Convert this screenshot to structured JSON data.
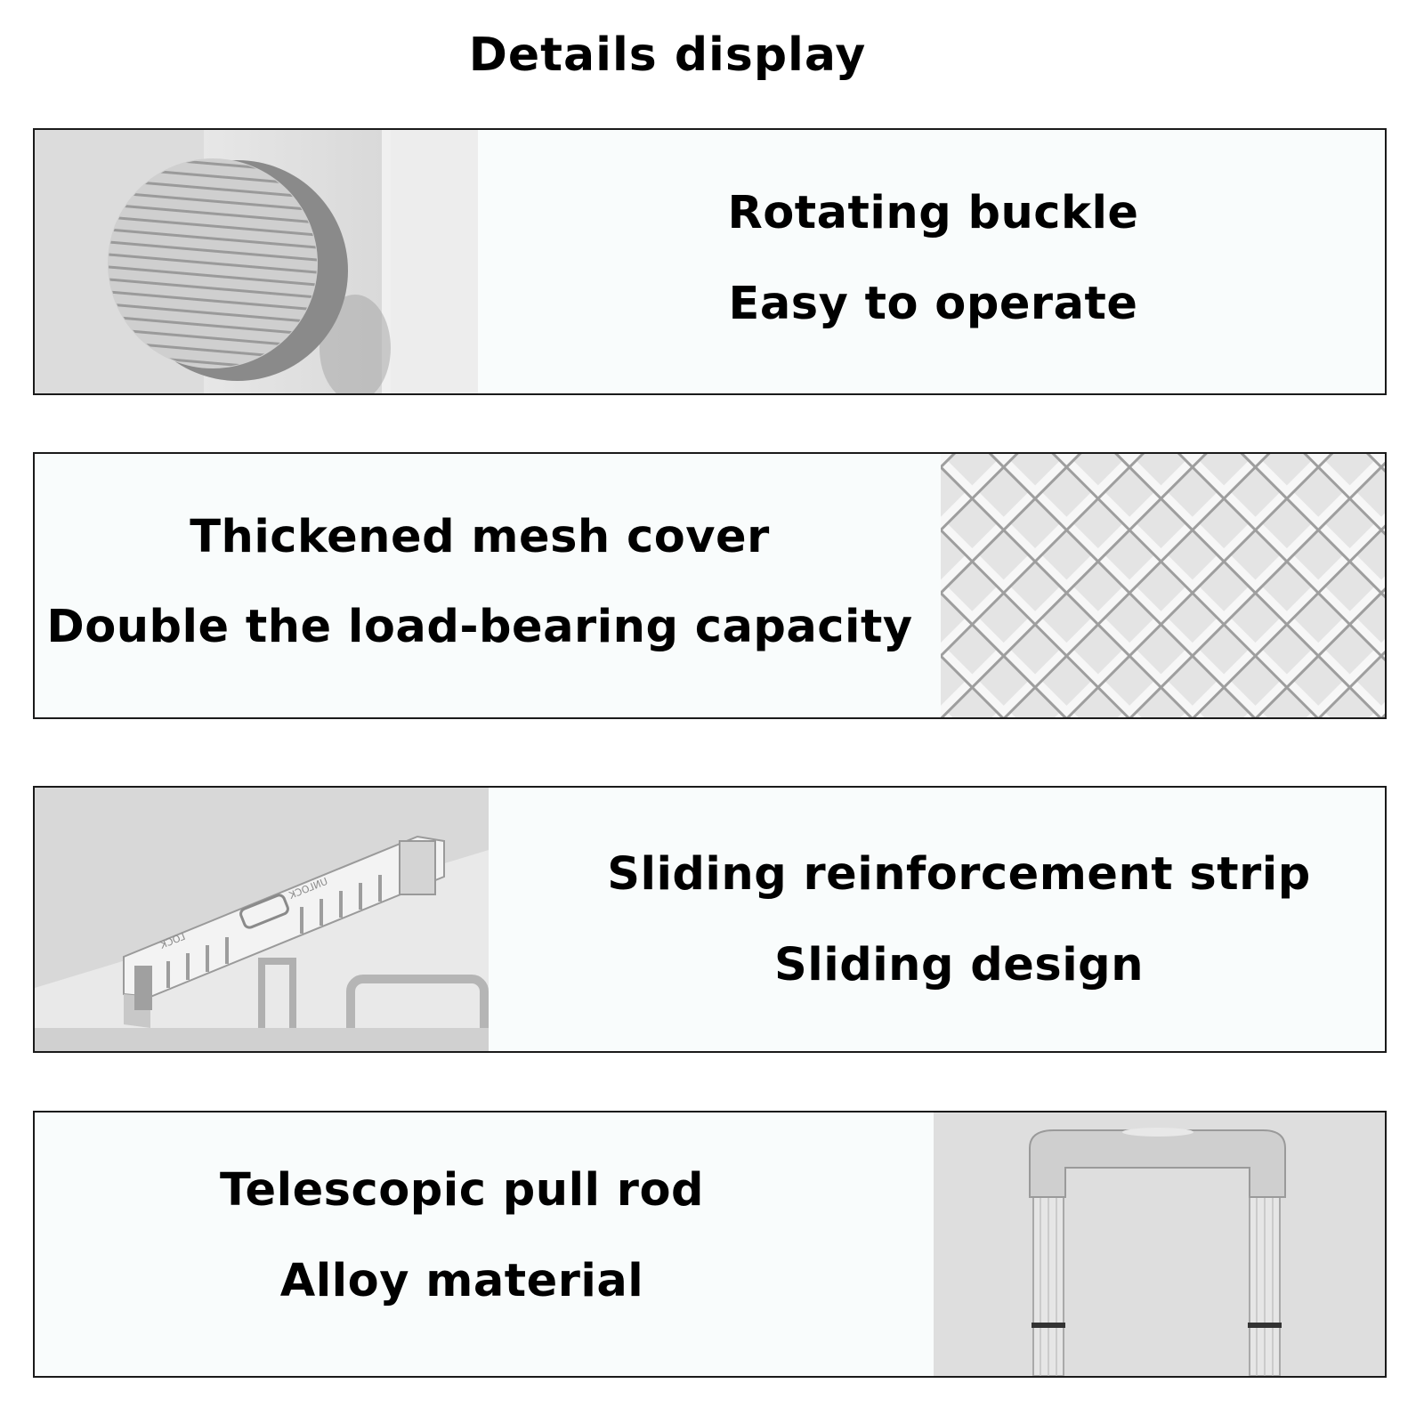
{
  "page": {
    "title": "Details display"
  },
  "panels": [
    {
      "heading": "Rotating buckle",
      "subheading": "Easy to operate",
      "image": "rotating-buckle-photo"
    },
    {
      "heading": "Thickened mesh cover",
      "subheading": "Double the load-bearing capacity",
      "image": "mesh-cover-photo"
    },
    {
      "heading": "Sliding reinforcement strip",
      "subheading": "Sliding design",
      "image": "sliding-strip-photo",
      "photo_labels": {
        "unlock": "UNLOCK",
        "lock": "LOCK"
      }
    },
    {
      "heading": "Telescopic pull rod",
      "subheading": "Alloy material",
      "image": "pull-rod-photo"
    }
  ]
}
